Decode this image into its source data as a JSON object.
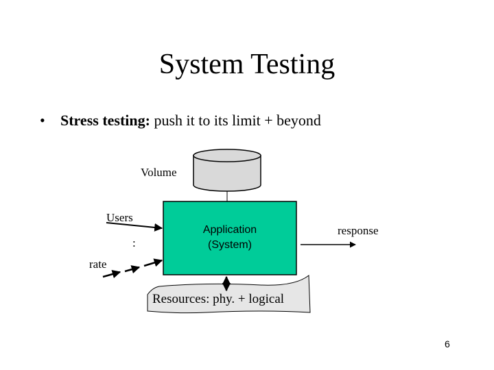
{
  "slide": {
    "title": "System Testing",
    "bullet": {
      "lead": "Stress testing:",
      "text": " push it to its limit + beyond"
    },
    "page_number": "6"
  },
  "diagram": {
    "volume_label": "Volume",
    "users_label": "Users",
    "ellipsis_label": ":",
    "rate_label": "rate",
    "application_line1": "Application",
    "application_line2": "(System)",
    "response_label": "response",
    "resources_label": "Resources: phy. + logical",
    "colors": {
      "application_box": "#00cc99",
      "database": "#d9d9d9",
      "resources": "#e6e6e6"
    }
  }
}
